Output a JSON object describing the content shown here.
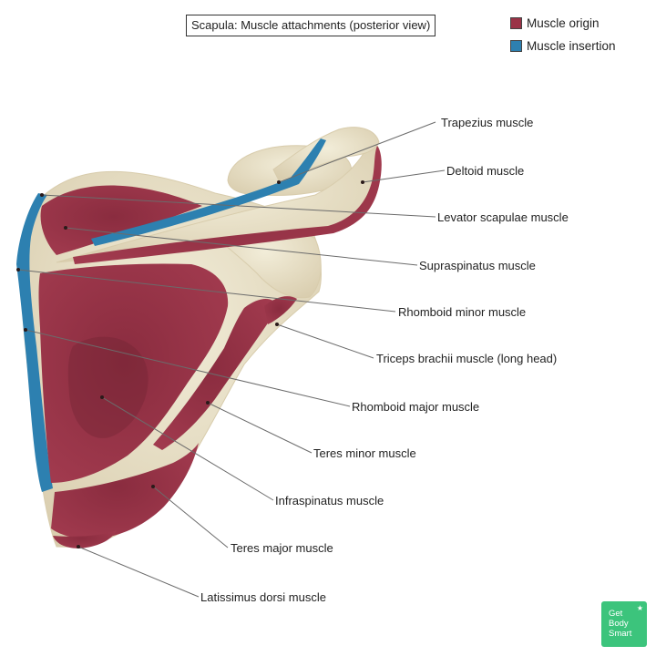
{
  "title": "Scapula: Muscle attachments (posterior view)",
  "legend": [
    {
      "label": "Muscle origin",
      "color": "#9a3347"
    },
    {
      "label": "Muscle insertion",
      "color": "#2d80b0"
    }
  ],
  "colors": {
    "bone": "#e9e2ca",
    "bone_shadow": "#d8ccac",
    "origin": "#9a3347",
    "origin_dark": "#7c2738",
    "insertion": "#2d80b0",
    "leader": "#6b6b6b"
  },
  "labels": [
    {
      "key": "trapezius",
      "text": "Trapezius muscle"
    },
    {
      "key": "deltoid",
      "text": "Deltoid muscle"
    },
    {
      "key": "levator",
      "text": "Levator scapulae muscle"
    },
    {
      "key": "supraspinatus",
      "text": "Supraspinatus muscle"
    },
    {
      "key": "rhomboid_minor",
      "text": "Rhomboid minor muscle"
    },
    {
      "key": "triceps",
      "text": "Triceps brachii muscle (long head)"
    },
    {
      "key": "rhomboid_major",
      "text": "Rhomboid major muscle"
    },
    {
      "key": "teres_minor",
      "text": "Teres minor muscle"
    },
    {
      "key": "infraspinatus",
      "text": "Infraspinatus muscle"
    },
    {
      "key": "teres_major",
      "text": "Teres major muscle"
    },
    {
      "key": "latissimus",
      "text": "Latissimus dorsi muscle"
    }
  ],
  "badge": {
    "lines": [
      "Get",
      "Body",
      "Smart"
    ],
    "star": "★",
    "color": "#3cc47c"
  }
}
